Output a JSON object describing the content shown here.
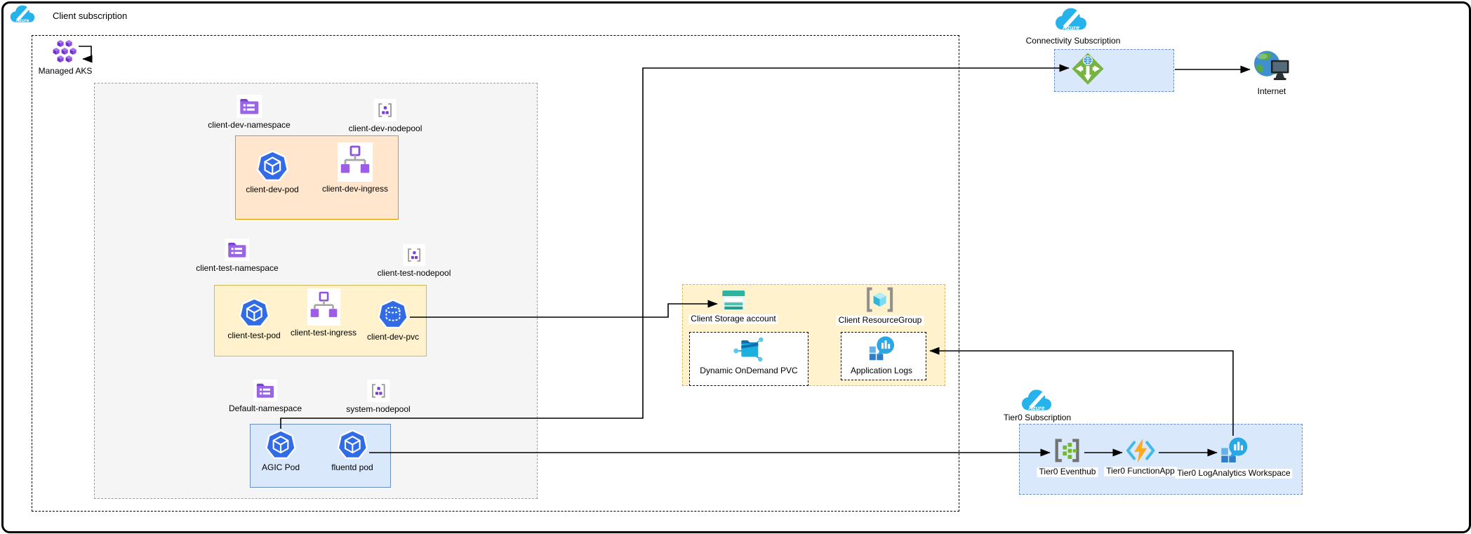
{
  "azure_badge": "Azure",
  "client": {
    "subscription_label": "Client subscription",
    "managed_aks_label": "Managed AKS",
    "aks": {
      "dev_namespace": "client-dev-namespace",
      "dev_nodepool": "client-dev-nodepool",
      "dev_pod": "client-dev-pod",
      "dev_ingress": "client-dev-ingress",
      "test_namespace": "client-test-namespace",
      "test_nodepool": "client-test-nodepool",
      "test_pod": "client-test-pod",
      "test_ingress": "client-test-ingress",
      "dev_pvc": "client-dev-pvc",
      "default_namespace": "Default-namespace",
      "system_nodepool": "system-nodepool",
      "agic_pod": "AGIC Pod",
      "fluentd_pod": "fluentd pod"
    },
    "resources": {
      "storage_account": "Client Storage account",
      "resource_group": "Client ResourceGroup",
      "dynamic_pvc": "Dynamic OnDemand PVC",
      "application_logs": "Application Logs"
    }
  },
  "connectivity": {
    "subscription_label": "Connectivity Subscription",
    "internet_label": "Internet"
  },
  "tier0": {
    "subscription_label": "Tier0 Subscription",
    "eventhub": "Tier0 Eventhub",
    "functionapp": "Tier0 FunctionApp",
    "loganalytics": "Tier0 LogAnalytics Workspace"
  },
  "colors": {
    "azure_cyan": "#26b2ea",
    "orange_box_fill": "#ffe6cc",
    "orange_box_border": "#d79b00",
    "yellow_box_fill": "#fff2cc",
    "yellow_box_border": "#d6b656",
    "blue_box_fill": "#dae8fc",
    "blue_box_border": "#6c8ebf",
    "gray_box_fill": "#f5f5f5",
    "pod_blue": "#326ce5",
    "namespace_purple": "#9a64e8",
    "gateway_green": "#77b343",
    "storage_teal": "#2fb3a1",
    "eventhub_green": "#73b82d",
    "function_orange": "#fbab1c",
    "loganalytics_blue": "#2ba7e3"
  }
}
